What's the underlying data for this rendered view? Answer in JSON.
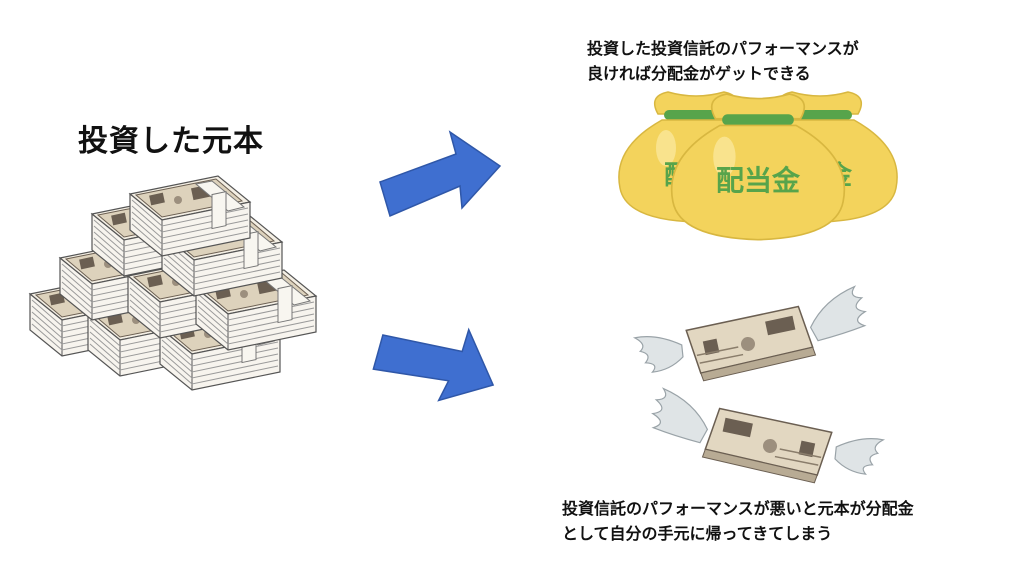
{
  "principal": {
    "title": "投資した元本"
  },
  "good_outcome": {
    "caption": [
      "投資した投資信託のパフォーマンスが",
      "良ければ分配金がゲットできる"
    ],
    "bag_label_center": "配当金",
    "bag_label_left": "配当",
    "bag_label_right": "当金"
  },
  "bad_outcome": {
    "caption": [
      "投資信託のパフォーマンスが悪いと元本が分配金",
      "として自分の手元に帰ってきてしまう"
    ]
  },
  "colors": {
    "arrow": "#3f6fd0",
    "bag": "#f3d35c",
    "bag_tie": "#57a44b",
    "bill": "#ddd2bc",
    "bill_ink": "#6b5f52",
    "band": "#f4f0e6",
    "wing": "#dfe4e6"
  },
  "icons": [
    "money-stack-icon",
    "arrow-icon",
    "money-bag-icon",
    "flying-money-icon",
    "wing-icon"
  ]
}
